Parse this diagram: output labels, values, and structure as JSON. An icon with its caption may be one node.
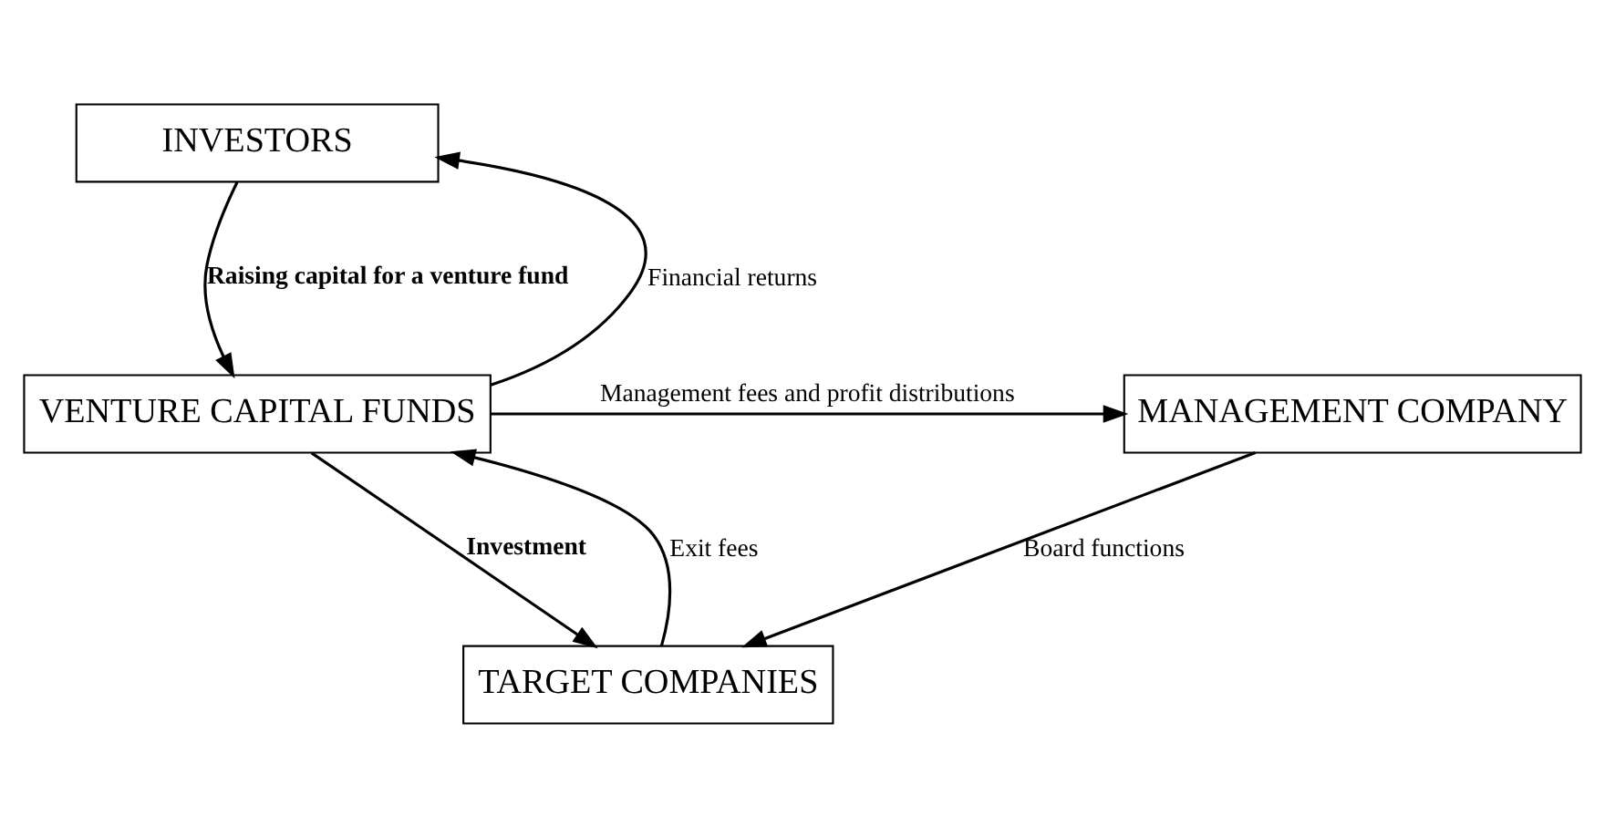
{
  "diagram": {
    "nodes": [
      {
        "text": [
          "INVESTORS"
        ]
      },
      {
        "text": [
          "MANAGEMENT COMPANY"
        ]
      },
      {
        "text": [
          "VENTURE CAPITAL FUNDS"
        ]
      },
      {
        "text": [
          "TARGET COMPANIES"
        ]
      }
    ],
    "edges": [
      {
        "from": 2,
        "to": 0,
        "arrow": "to",
        "label": "Financial returns"
      },
      {
        "from": 0,
        "to": 2,
        "arrow": "to",
        "label": "Raising capital for a venture fund"
      },
      {
        "from": 2,
        "to": 1,
        "arrow": "to",
        "label": "Management fees and profit distributions"
      },
      {
        "from": 3,
        "to": 2,
        "arrow": "to",
        "label": "Exit fees"
      },
      {
        "from": 2,
        "to": 3,
        "arrow": "to",
        "label": "Investment"
      },
      {
        "from": 1,
        "to": 3,
        "arrow": "to",
        "label": "Board functions"
      }
    ]
  }
}
